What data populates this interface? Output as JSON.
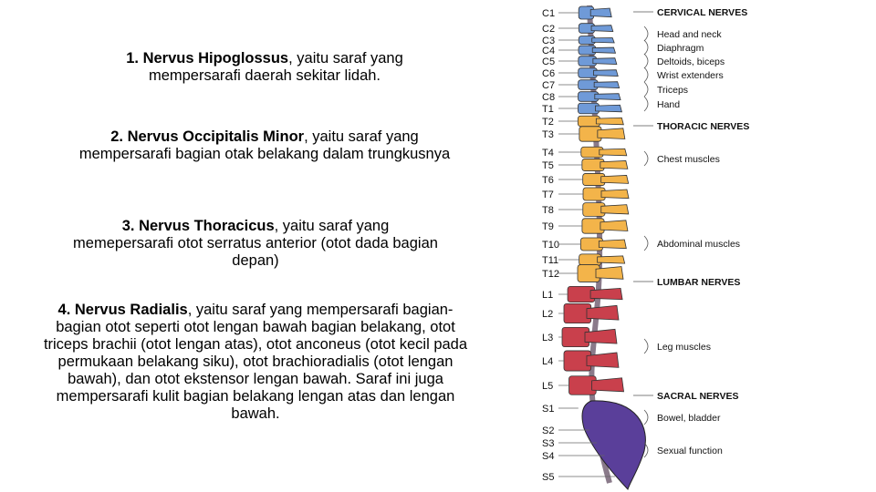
{
  "paragraphs": [
    {
      "term": "1. Nervus Hipoglossus",
      "rest": ", yaitu saraf yang mempersarafi daerah sekitar lidah."
    },
    {
      "term": "2. Nervus Occipitalis Minor",
      "rest": ", yaitu saraf yang mempersarafi bagian otak belakang dalam trungkusnya"
    },
    {
      "term": "3. Nervus Thoracicus",
      "rest": ", yaitu saraf yang memepersarafi otot serratus anterior (otot dada bagian depan)"
    },
    {
      "term": "4. Nervus Radialis",
      "rest": ", yaitu saraf yang mempersarafi bagian-bagian otot seperti otot lengan bawah bagian belakang, otot triceps brachii (otot lengan atas), otot anconeus (otot kecil pada permukaan belakang siku), otot brachioradialis (otot lengan bawah), dan otot ekstensor lengan bawah. Saraf ini juga mempersarafi kulit bagian belakang lengan atas dan lengan bawah."
    }
  ],
  "diagram": {
    "colors": {
      "cervical": "#6f9ad8",
      "thoracic": "#f3b44a",
      "lumbar": "#c9404c",
      "sacral": "#5a3f9a"
    },
    "vertebrae": [
      {
        "label": "C1",
        "region": "cervical"
      },
      {
        "label": "C2",
        "region": "cervical"
      },
      {
        "label": "C3",
        "region": "cervical"
      },
      {
        "label": "C4",
        "region": "cervical"
      },
      {
        "label": "C5",
        "region": "cervical"
      },
      {
        "label": "C6",
        "region": "cervical"
      },
      {
        "label": "C7",
        "region": "cervical"
      },
      {
        "label": "C8",
        "region": "cervical"
      },
      {
        "label": "T1",
        "region": "cervical"
      },
      {
        "label": "T2",
        "region": "thoracic"
      },
      {
        "label": "T3",
        "region": "thoracic"
      },
      {
        "label": "T4",
        "region": "thoracic"
      },
      {
        "label": "T5",
        "region": "thoracic"
      },
      {
        "label": "T6",
        "region": "thoracic"
      },
      {
        "label": "T7",
        "region": "thoracic"
      },
      {
        "label": "T8",
        "region": "thoracic"
      },
      {
        "label": "T9",
        "region": "thoracic"
      },
      {
        "label": "T10",
        "region": "thoracic"
      },
      {
        "label": "T11",
        "region": "thoracic"
      },
      {
        "label": "T12",
        "region": "thoracic"
      },
      {
        "label": "L1",
        "region": "lumbar"
      },
      {
        "label": "L2",
        "region": "lumbar"
      },
      {
        "label": "L3",
        "region": "lumbar"
      },
      {
        "label": "L4",
        "region": "lumbar"
      },
      {
        "label": "L5",
        "region": "lumbar"
      },
      {
        "label": "S1",
        "region": "sacral"
      },
      {
        "label": "S2",
        "region": "sacral"
      },
      {
        "label": "S3",
        "region": "sacral"
      },
      {
        "label": "S4",
        "region": "sacral"
      },
      {
        "label": "S5",
        "region": "sacral"
      }
    ],
    "nerve_groups": [
      {
        "heading": "CERVICAL NERVES",
        "items": [
          "Head and neck",
          "Diaphragm",
          "Deltoids, biceps",
          "Wrist extenders",
          "Triceps",
          "Hand"
        ]
      },
      {
        "heading": "THORACIC NERVES",
        "items": [
          "Chest muscles",
          "Abdominal muscles"
        ]
      },
      {
        "heading": "LUMBAR NERVES",
        "items": [
          "Leg muscles"
        ]
      },
      {
        "heading": "SACRAL NERVES",
        "items": [
          "Bowel, bladder",
          "Sexual function"
        ]
      }
    ]
  }
}
